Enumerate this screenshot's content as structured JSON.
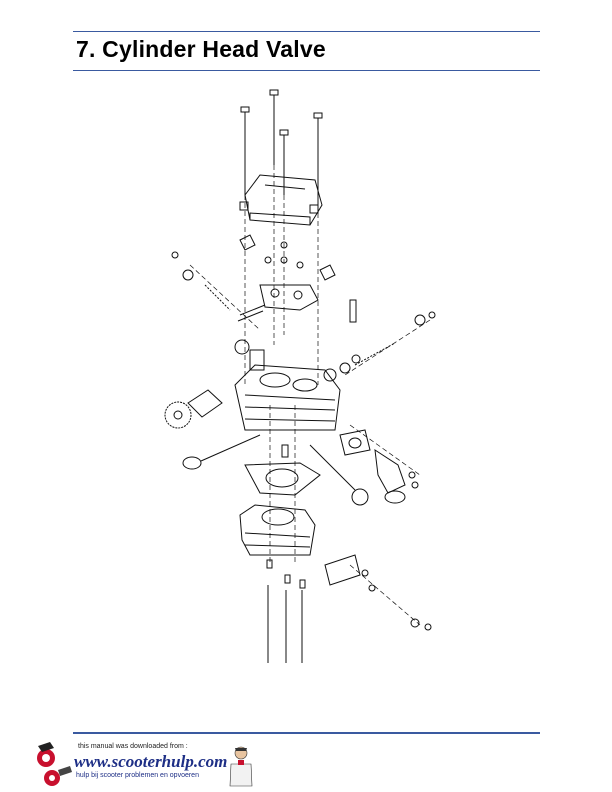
{
  "header": {
    "title": "7. Cylinder Head Valve"
  },
  "footer": {
    "downloaded_from": "this manual was downloaded from :",
    "site": "www.scooterhulp.com",
    "tagline": "hulp bij scooter problemen en opvoeren"
  },
  "icons": {
    "mascot": "scooter-mascot-icon",
    "person": "mechanic-figure-icon"
  },
  "colors": {
    "rule": "#3a5aa0",
    "site": "#1e2f86"
  }
}
